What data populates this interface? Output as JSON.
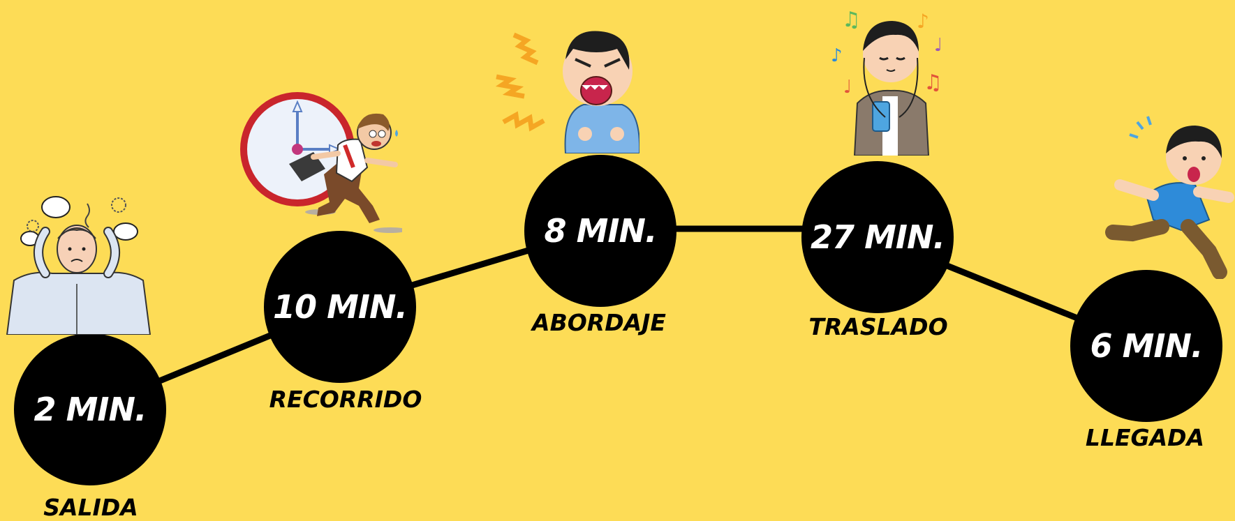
{
  "colors": {
    "background": "#FDDC56",
    "node": "#000000",
    "node_text": "#FFFFFF",
    "line": "#000000"
  },
  "steps": [
    {
      "time": "2 MIN.",
      "label": "SALIDA",
      "icon": "stressed-man-illustration"
    },
    {
      "time": "10 MIN.",
      "label": "RECORRIDO",
      "icon": "running-late-businessman-clock-illustration"
    },
    {
      "time": "8 MIN.",
      "label": "ABORDAJE",
      "icon": "shouting-angry-man-illustration"
    },
    {
      "time": "27 MIN.",
      "label": "TRASLADO",
      "icon": "man-listening-music-illustration"
    },
    {
      "time": "6 MIN.",
      "label": "LLEGADA",
      "icon": "running-boy-illustration"
    }
  ]
}
